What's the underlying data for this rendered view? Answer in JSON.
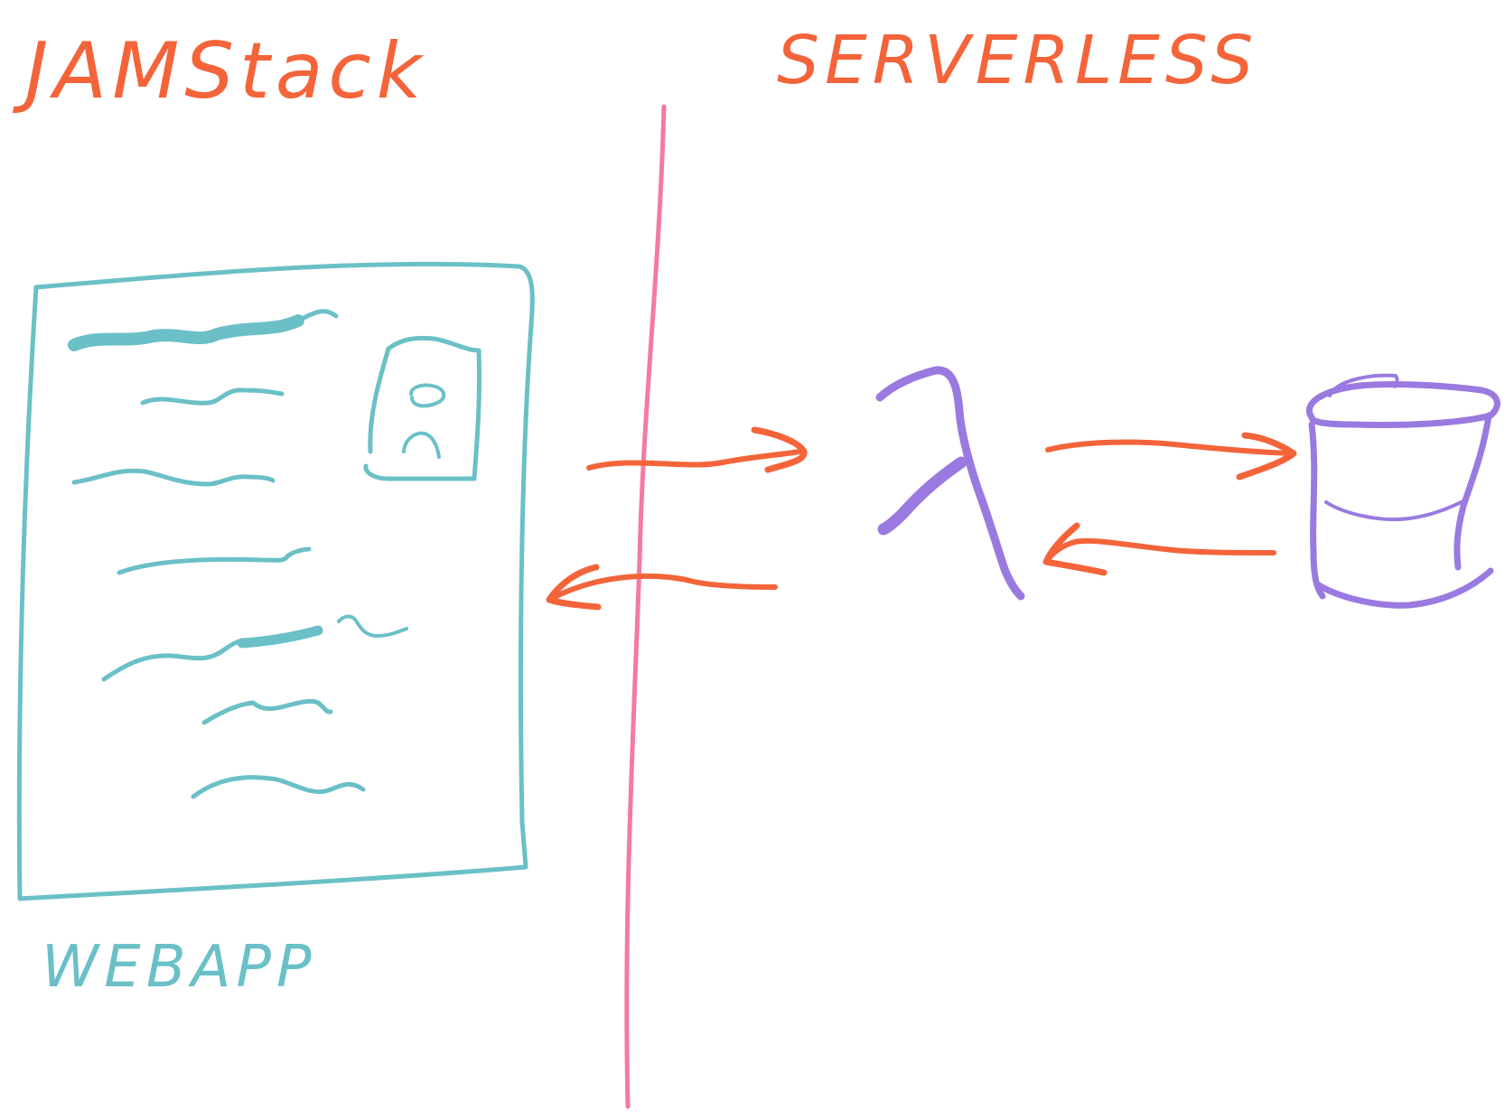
{
  "labels": {
    "left_title": "JAMStack",
    "right_title": "SERVERLESS",
    "webapp_caption": "WEBAPP",
    "lambda_symbol": "λ"
  },
  "colors": {
    "title": "#f4643a",
    "webapp": "#6bc0c7",
    "divider": "#f47aa0",
    "arrow": "#f4643a",
    "serverless_icons": "#9a7ae0"
  },
  "icons": {
    "webapp_document": "browser-page-icon",
    "image_placeholder": "person-image-icon",
    "lambda": "lambda-function-icon",
    "database": "database-cylinder-icon"
  }
}
